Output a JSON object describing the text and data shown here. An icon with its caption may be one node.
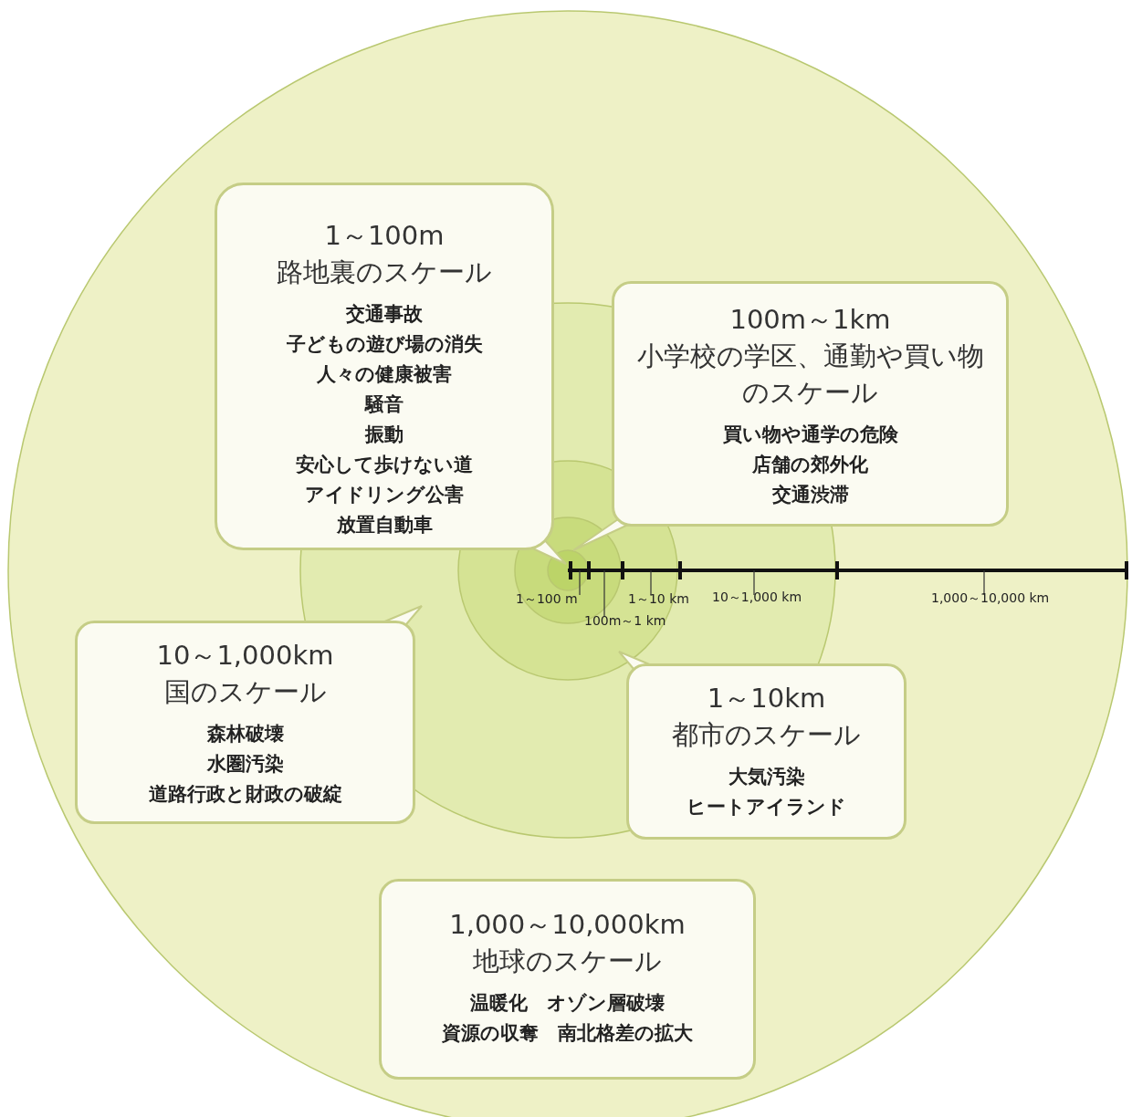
{
  "diagram": {
    "nodes": [
      {
        "text": [
          "1～100m",
          "路地裏のスケール",
          "交通事故",
          "子どもの遊び場の消失",
          "人々の健康被害",
          "騒音",
          "振動",
          "安心して歩けない道",
          "アイドリング公害",
          "放置自動車"
        ]
      },
      {
        "text": [
          "100m～1km",
          "小学校の学区、通勤や買い物のスケール",
          "買い物や通学の危険",
          "店舗の郊外化",
          "交通渋滞"
        ]
      },
      {
        "text": [
          "10～1,000km",
          "国のスケール",
          "森林破壊",
          "水圏汚染",
          "道路行政と財政の破綻"
        ]
      },
      {
        "text": [
          "1～10km",
          "都市のスケール",
          "大気汚染",
          "ヒートアイランド"
        ]
      },
      {
        "text": [
          "1,000～10,000km",
          "地球のスケール",
          "温暖化　オゾン層破壊",
          "資源の収奪　南北格差の拡大"
        ]
      }
    ],
    "labels": [
      "1～100 m",
      "100m～1 km",
      "1～10 km",
      "10～1,000 km",
      "1,000～10,000 km"
    ]
  }
}
